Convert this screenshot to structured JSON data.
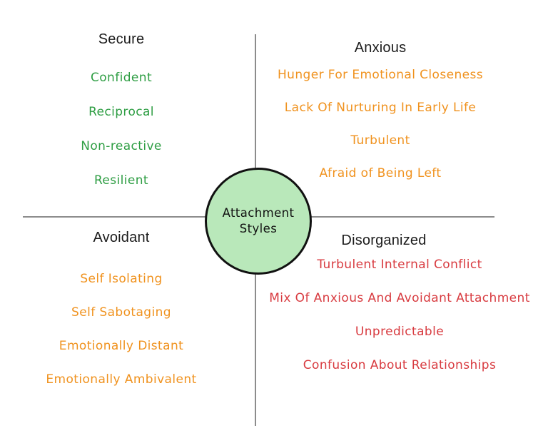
{
  "diagram": {
    "title": "Attachment Styles",
    "center": {
      "line1": "Attachment",
      "line2": "Styles"
    },
    "quadrants": [
      {
        "title": "Secure",
        "text_color": "#2f9e44",
        "items": [
          "Confident",
          "Reciprocal",
          "Non-reactive",
          "Resilient"
        ]
      },
      {
        "title": "Anxious",
        "text_color": "#f0921e",
        "items": [
          "Hunger For Emotional Closeness",
          "Lack Of Nurturing In Early Life",
          "Turbulent",
          "Afraid of Being Left"
        ]
      },
      {
        "title": "Avoidant",
        "text_color": "#f0921e",
        "items": [
          "Self Isolating",
          "Self Sabotaging",
          "Emotionally Distant",
          "Emotionally Ambivalent"
        ]
      },
      {
        "title": "Disorganized",
        "text_color": "#d83b40",
        "items": [
          "Turbulent Internal Conflict",
          "Mix Of Anxious And Avoidant Attachment",
          "Unpredictable",
          "Confusion About Relationships"
        ]
      }
    ],
    "colors": {
      "circle_fill": "#b9e8ba",
      "circle_border": "#111111",
      "axis_line": "#8c8c8c",
      "quadrant_title_text": "#1c1c1c"
    }
  }
}
